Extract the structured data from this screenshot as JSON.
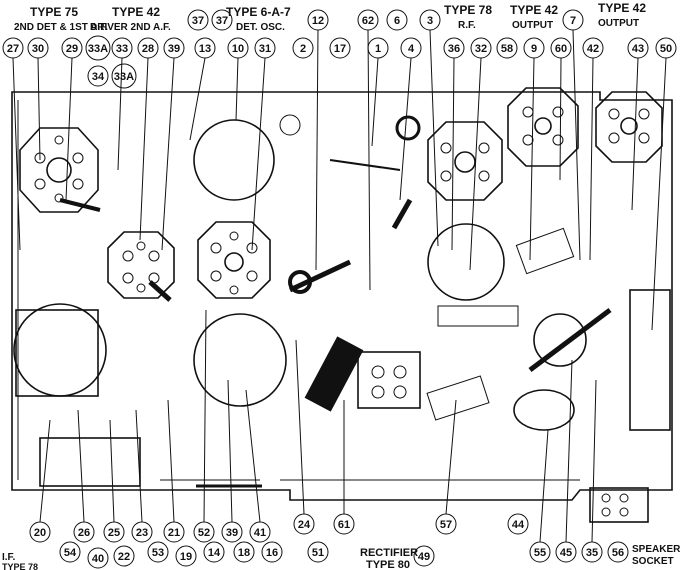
{
  "top_labels": {
    "type75": "TYPE 75",
    "det_af": "2ND DET & 1ST A.F.",
    "type42a": "TYPE 42",
    "driver": "DRIVER 2ND A.F.",
    "type6a7": "TYPE 6-A-7",
    "detosc": "DET. OSC.",
    "type78": "TYPE 78",
    "rf": "R.F.",
    "type42b": "TYPE 42",
    "outputb": "OUTPUT",
    "type42c": "TYPE 42",
    "outputc": "OUTPUT"
  },
  "bottom_labels": {
    "if": "I.F.",
    "type78b": "TYPE 78",
    "rectifier": "RECTIFIER",
    "type80": "TYPE 80",
    "speaker": "SPEAKER",
    "socket": "SOCKET"
  },
  "callouts_top": [
    "27",
    "30",
    "29",
    "33A",
    "33",
    "28",
    "39",
    "13",
    "37",
    "37",
    "10",
    "31",
    "12",
    "62",
    "17",
    "2",
    "1",
    "6",
    "4",
    "3",
    "36",
    "32",
    "58",
    "9",
    "60",
    "7",
    "42",
    "43",
    "50",
    "34",
    "33A"
  ],
  "callouts_bottom": [
    "20",
    "26",
    "54",
    "40",
    "25",
    "22",
    "23",
    "53",
    "21",
    "19",
    "52",
    "14",
    "39",
    "18",
    "41",
    "16",
    "24",
    "51",
    "61",
    "49",
    "57",
    "44",
    "55",
    "45",
    "35",
    "56"
  ]
}
